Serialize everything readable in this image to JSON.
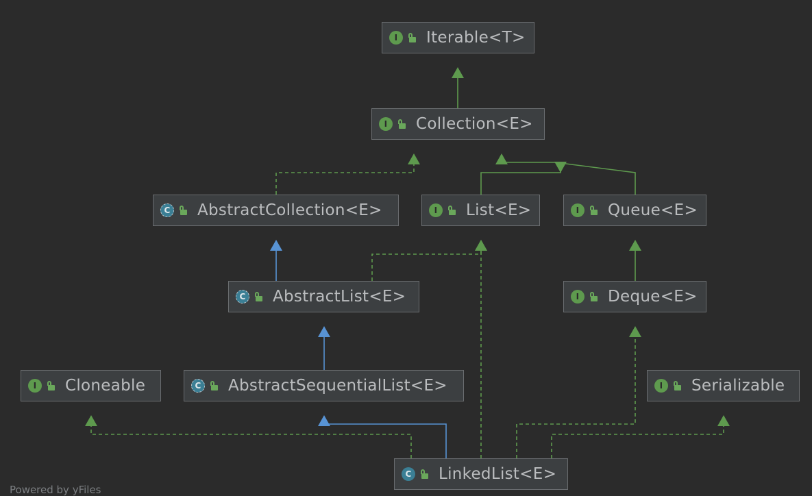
{
  "colors": {
    "background": "#2b2b2b",
    "node_fill": "#3c3f41",
    "node_border": "#6a6d70",
    "node_text": "#bbbdbf",
    "extends_interface": "#5e9a4e",
    "implements": "#5e9a4e",
    "extends_class": "#5893d4",
    "interface_badge": "#5e9a4e",
    "class_badge": "#3b7f95"
  },
  "nodes": [
    {
      "id": "iterable",
      "label": "Iterable<T>",
      "kind": "interface",
      "badge": "I",
      "icon": "interface-icon"
    },
    {
      "id": "collection",
      "label": "Collection<E>",
      "kind": "interface",
      "badge": "I",
      "icon": "interface-icon"
    },
    {
      "id": "abstractcollection",
      "label": "AbstractCollection<E>",
      "kind": "abstract",
      "badge": "C",
      "icon": "abstract-class-icon"
    },
    {
      "id": "list",
      "label": "List<E>",
      "kind": "interface",
      "badge": "I",
      "icon": "interface-icon"
    },
    {
      "id": "queue",
      "label": "Queue<E>",
      "kind": "interface",
      "badge": "I",
      "icon": "interface-icon"
    },
    {
      "id": "abstractlist",
      "label": "AbstractList<E>",
      "kind": "abstract",
      "badge": "C",
      "icon": "abstract-class-icon"
    },
    {
      "id": "deque",
      "label": "Deque<E>",
      "kind": "interface",
      "badge": "I",
      "icon": "interface-icon"
    },
    {
      "id": "cloneable",
      "label": "Cloneable",
      "kind": "interface",
      "badge": "I",
      "icon": "interface-icon"
    },
    {
      "id": "abstractsequentiallist",
      "label": "AbstractSequentialList<E>",
      "kind": "abstract",
      "badge": "C",
      "icon": "abstract-class-icon"
    },
    {
      "id": "serializable",
      "label": "Serializable",
      "kind": "interface",
      "badge": "I",
      "icon": "interface-icon"
    },
    {
      "id": "linkedlist",
      "label": "LinkedList<E>",
      "kind": "class",
      "badge": "C",
      "icon": "class-icon"
    }
  ],
  "edges": [
    {
      "from": "collection",
      "to": "iterable",
      "type": "extends_interface"
    },
    {
      "from": "abstractcollection",
      "to": "collection",
      "type": "implements"
    },
    {
      "from": "list",
      "to": "collection",
      "type": "extends_interface"
    },
    {
      "from": "queue",
      "to": "collection",
      "type": "extends_interface"
    },
    {
      "from": "abstractlist",
      "to": "abstractcollection",
      "type": "extends_class"
    },
    {
      "from": "abstractlist",
      "to": "list",
      "type": "implements"
    },
    {
      "from": "deque",
      "to": "queue",
      "type": "extends_interface"
    },
    {
      "from": "abstractsequentiallist",
      "to": "abstractlist",
      "type": "extends_class"
    },
    {
      "from": "linkedlist",
      "to": "abstractsequentiallist",
      "type": "extends_class"
    },
    {
      "from": "linkedlist",
      "to": "list",
      "type": "implements"
    },
    {
      "from": "linkedlist",
      "to": "deque",
      "type": "implements"
    },
    {
      "from": "linkedlist",
      "to": "cloneable",
      "type": "implements"
    },
    {
      "from": "linkedlist",
      "to": "serializable",
      "type": "implements"
    }
  ],
  "footer": {
    "text": "Powered by yFiles"
  }
}
